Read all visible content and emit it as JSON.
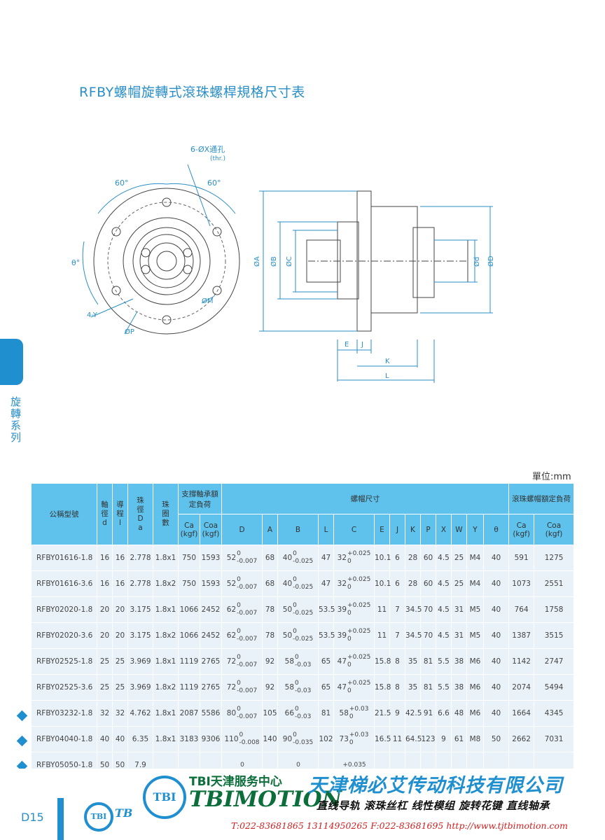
{
  "title": "RFBY螺帽旋轉式滾珠螺桿規格尺寸表",
  "side_label": "旋轉系列",
  "unit": "單位:mm",
  "drawing": {
    "hole_callout": "6-ØX通孔",
    "thr": "(thr.)",
    "angle_60": "60°",
    "theta": "θ°",
    "four_y": "4-Y",
    "phi_p": "ØP",
    "phi_m": "ØM",
    "phi_a": "ØA",
    "phi_b": "ØB",
    "phi_c": "ØC",
    "phi_d_small": "Ød",
    "phi_d_big": "ØD",
    "dim_e": "E",
    "dim_j": "J",
    "dim_k": "K",
    "dim_l": "L"
  },
  "table": {
    "h_model": "公稱型號",
    "h_shaft": "軸徑d",
    "h_lead": "導程l",
    "h_ball": "珠徑Da",
    "h_turns": "珠圈數",
    "h_support": "支撐軸承額定負荷",
    "h_nut": "螺帽尺寸",
    "h_load": "滾珠螺帽額定負荷",
    "h_ca": "Ca",
    "h_coa": "Coa",
    "h_kgf": "(kgf)",
    "h_cols": [
      "D",
      "A",
      "B",
      "L",
      "C",
      "E",
      "J",
      "K",
      "P",
      "X",
      "W",
      "Y",
      "θ"
    ],
    "rows": [
      {
        "model": "RFBY01616-1.8",
        "d": "16",
        "l": "16",
        "da": "2.778",
        "turns": "1.8x1",
        "ca1": "750",
        "coa1": "1593",
        "D": "52",
        "D_up": "0",
        "D_lo": "-0.007",
        "A": "68",
        "B": "40",
        "B_up": "0",
        "B_lo": "-0.025",
        "L": "47",
        "C": "32",
        "C_up": "+0.025",
        "C_lo": "0",
        "E": "10.1",
        "J": "6",
        "K": "28",
        "P": "60",
        "X": "4.5",
        "W": "25",
        "Y": "M4",
        "theta": "40",
        "ca2": "591",
        "coa2": "1275",
        "marker": false
      },
      {
        "model": "RFBY01616-3.6",
        "d": "16",
        "l": "16",
        "da": "2.778",
        "turns": "1.8x2",
        "ca1": "750",
        "coa1": "1593",
        "D": "52",
        "D_up": "0",
        "D_lo": "-0.007",
        "A": "68",
        "B": "40",
        "B_up": "0",
        "B_lo": "-0.025",
        "L": "47",
        "C": "32",
        "C_up": "+0.025",
        "C_lo": "0",
        "E": "10.1",
        "J": "6",
        "K": "28",
        "P": "60",
        "X": "4.5",
        "W": "25",
        "Y": "M4",
        "theta": "40",
        "ca2": "1073",
        "coa2": "2551",
        "marker": false
      },
      {
        "model": "RFBY02020-1.8",
        "d": "20",
        "l": "20",
        "da": "3.175",
        "turns": "1.8x1",
        "ca1": "1066",
        "coa1": "2452",
        "D": "62",
        "D_up": "0",
        "D_lo": "-0.007",
        "A": "78",
        "B": "50",
        "B_up": "0",
        "B_lo": "-0.025",
        "L": "53.5",
        "C": "39",
        "C_up": "+0.025",
        "C_lo": "0",
        "E": "11",
        "J": "7",
        "K": "34.5",
        "P": "70",
        "X": "4.5",
        "W": "31",
        "Y": "M5",
        "theta": "40",
        "ca2": "764",
        "coa2": "1758",
        "marker": false
      },
      {
        "model": "RFBY02020-3.6",
        "d": "20",
        "l": "20",
        "da": "3.175",
        "turns": "1.8x2",
        "ca1": "1066",
        "coa1": "2452",
        "D": "62",
        "D_up": "0",
        "D_lo": "-0.007",
        "A": "78",
        "B": "50",
        "B_up": "0",
        "B_lo": "-0.025",
        "L": "53.5",
        "C": "39",
        "C_up": "+0.025",
        "C_lo": "0",
        "E": "11",
        "J": "7",
        "K": "34.5",
        "P": "70",
        "X": "4.5",
        "W": "31",
        "Y": "M5",
        "theta": "40",
        "ca2": "1387",
        "coa2": "3515",
        "marker": false
      },
      {
        "model": "RFBY02525-1.8",
        "d": "25",
        "l": "25",
        "da": "3.969",
        "turns": "1.8x1",
        "ca1": "1119",
        "coa1": "2765",
        "D": "72",
        "D_up": "0",
        "D_lo": "-0.007",
        "A": "92",
        "B": "58",
        "B_up": "0",
        "B_lo": "-0.03",
        "L": "65",
        "C": "47",
        "C_up": "+0.025",
        "C_lo": "0",
        "E": "15.8",
        "J": "8",
        "K": "35",
        "P": "81",
        "X": "5.5",
        "W": "38",
        "Y": "M6",
        "theta": "40",
        "ca2": "1142",
        "coa2": "2747",
        "marker": false
      },
      {
        "model": "RFBY02525-3.6",
        "d": "25",
        "l": "25",
        "da": "3.969",
        "turns": "1.8x2",
        "ca1": "1119",
        "coa1": "2765",
        "D": "72",
        "D_up": "0",
        "D_lo": "-0.007",
        "A": "92",
        "B": "58",
        "B_up": "0",
        "B_lo": "-0.03",
        "L": "65",
        "C": "47",
        "C_up": "+0.025",
        "C_lo": "0",
        "E": "15.8",
        "J": "8",
        "K": "35",
        "P": "81",
        "X": "5.5",
        "W": "38",
        "Y": "M6",
        "theta": "40",
        "ca2": "2074",
        "coa2": "5494",
        "marker": false
      },
      {
        "model": "RFBY03232-1.8",
        "d": "32",
        "l": "32",
        "da": "4.762",
        "turns": "1.8x1",
        "ca1": "2087",
        "coa1": "5586",
        "D": "80",
        "D_up": "0",
        "D_lo": "-0.007",
        "A": "105",
        "B": "66",
        "B_up": "0",
        "B_lo": "-0.03",
        "L": "81",
        "C": "58",
        "C_up": "+0.03",
        "C_lo": "0",
        "E": "21.5",
        "J": "9",
        "K": "42.5",
        "P": "91",
        "X": "6.6",
        "W": "48",
        "Y": "M6",
        "theta": "40",
        "ca2": "1664",
        "coa2": "4345",
        "marker": true
      },
      {
        "model": "RFBY04040-1.8",
        "d": "40",
        "l": "40",
        "da": "6.35",
        "turns": "1.8x1",
        "ca1": "3183",
        "coa1": "9306",
        "D": "110",
        "D_up": "0",
        "D_lo": "-0.008",
        "A": "140",
        "B": "90",
        "B_up": "0",
        "B_lo": "-0.035",
        "L": "102",
        "C": "73",
        "C_up": "+0.03",
        "C_lo": "0",
        "E": "16.5",
        "J": "11",
        "K": "64.5",
        "P": "123",
        "X": "9",
        "W": "61",
        "Y": "M8",
        "theta": "50",
        "ca2": "2662",
        "coa2": "7031",
        "marker": true
      },
      {
        "model": "RFBY05050-1.8",
        "d": "50",
        "l": "50",
        "da": "7.9",
        "turns": "",
        "ca1": "",
        "coa1": "",
        "D": "",
        "D_up": "0",
        "D_lo": "",
        "A": "",
        "B": "",
        "B_up": "0",
        "B_lo": "",
        "L": "",
        "C": "",
        "C_up": "+0.035",
        "C_lo": "",
        "E": "",
        "J": "",
        "K": "",
        "P": "",
        "X": "",
        "W": "",
        "Y": "",
        "theta": "",
        "ca2": "",
        "coa2": "",
        "marker": true
      }
    ]
  },
  "footer": {
    "page_number": "D15",
    "logo_small": "TBI",
    "logo_small_text": "TB",
    "logo_big": "TBI",
    "service_center": "TBI天津服务中心",
    "brand": "TBIMOTION",
    "company": "天津梯必艾传动科技有限公司",
    "products": "直线导轨 滚珠丝杠 线性模组 旋转花键 直线轴承",
    "contact": "T:022-83681865 13114950265 F:022-83681695 http://www.tjtbimotion.com"
  },
  "colors": {
    "accent": "#1f8fd0",
    "header": "#5ec2ec",
    "row": "#e9f2f8",
    "brand_green": "#0c6e3a",
    "contact_red": "#d02020"
  }
}
